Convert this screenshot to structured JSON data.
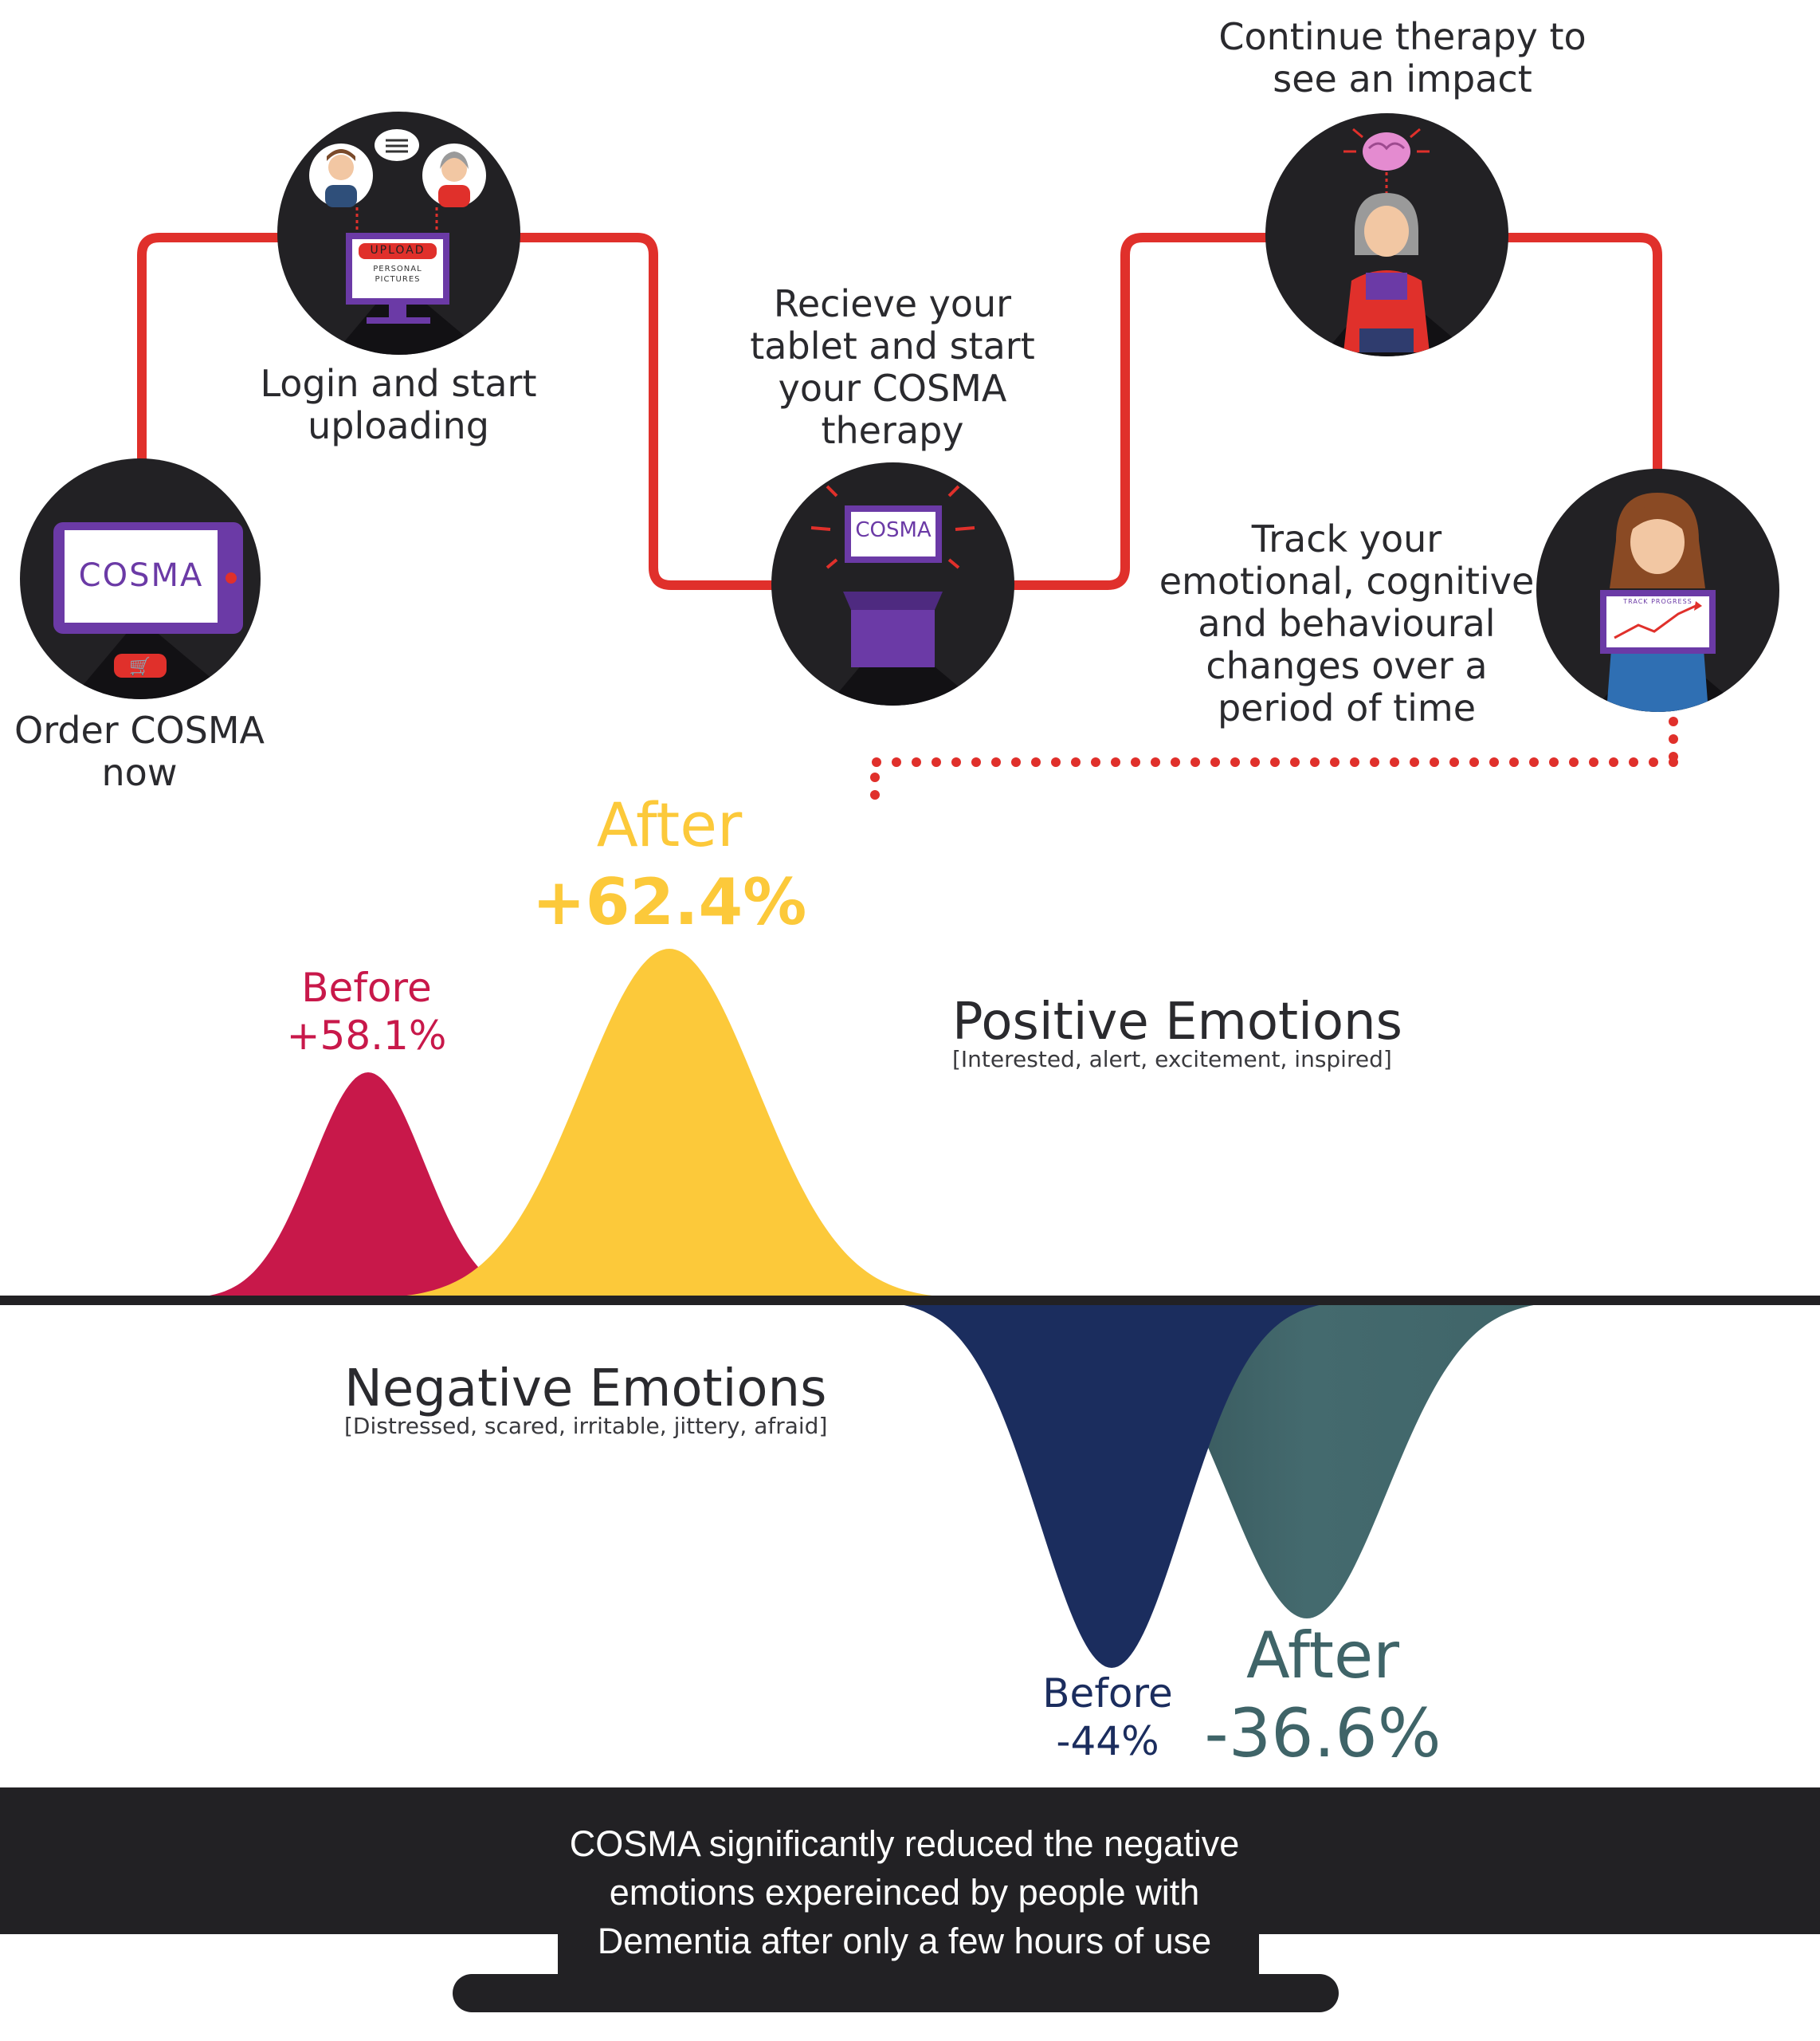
{
  "steps": [
    {
      "id": "order",
      "label": "Order COSMA\nnow"
    },
    {
      "id": "login",
      "label": "Login and start\nuploading"
    },
    {
      "id": "receive",
      "label": "Recieve your\ntablet and start\nyour COSMA\ntherapy"
    },
    {
      "id": "continue",
      "label": "Continue therapy to\nsee an impact"
    },
    {
      "id": "track",
      "label": "Track your\nemotional, cognitive\nand behavioural\nchanges over a\nperiod of time"
    }
  ],
  "icons": {
    "tablet_logo": "COSMA",
    "upload_title": "UPLOAD",
    "upload_sub": "PERSONAL\nPICTURES",
    "box_logo": "COSMA",
    "track_screen": "TRACK PROGRESS"
  },
  "positive": {
    "title": "Positive Emotions",
    "subtitle": "[Interested, alert, excitement, inspired]",
    "before_label": "Before",
    "before_value": "+58.1%",
    "after_label": "After",
    "after_value": "+62.4%"
  },
  "negative": {
    "title": "Negative Emotions",
    "subtitle": "[Distressed, scared, irritable, jittery, afraid]",
    "before_label": "Before",
    "before_value": "-44%",
    "after_label": "After",
    "after_value": "-36.6%"
  },
  "footer": "COSMA significantly reduced the negative\nemotions expereinced by people with\nDementia after only a few hours of use",
  "colors": {
    "path_red": "#e0302b",
    "pos_before": "#c8184a",
    "pos_after": "#fcc93a",
    "neg_before": "#1b2d5e",
    "neg_after": "#3f6468",
    "purple": "#6b3aa6",
    "dark": "#222124"
  }
}
